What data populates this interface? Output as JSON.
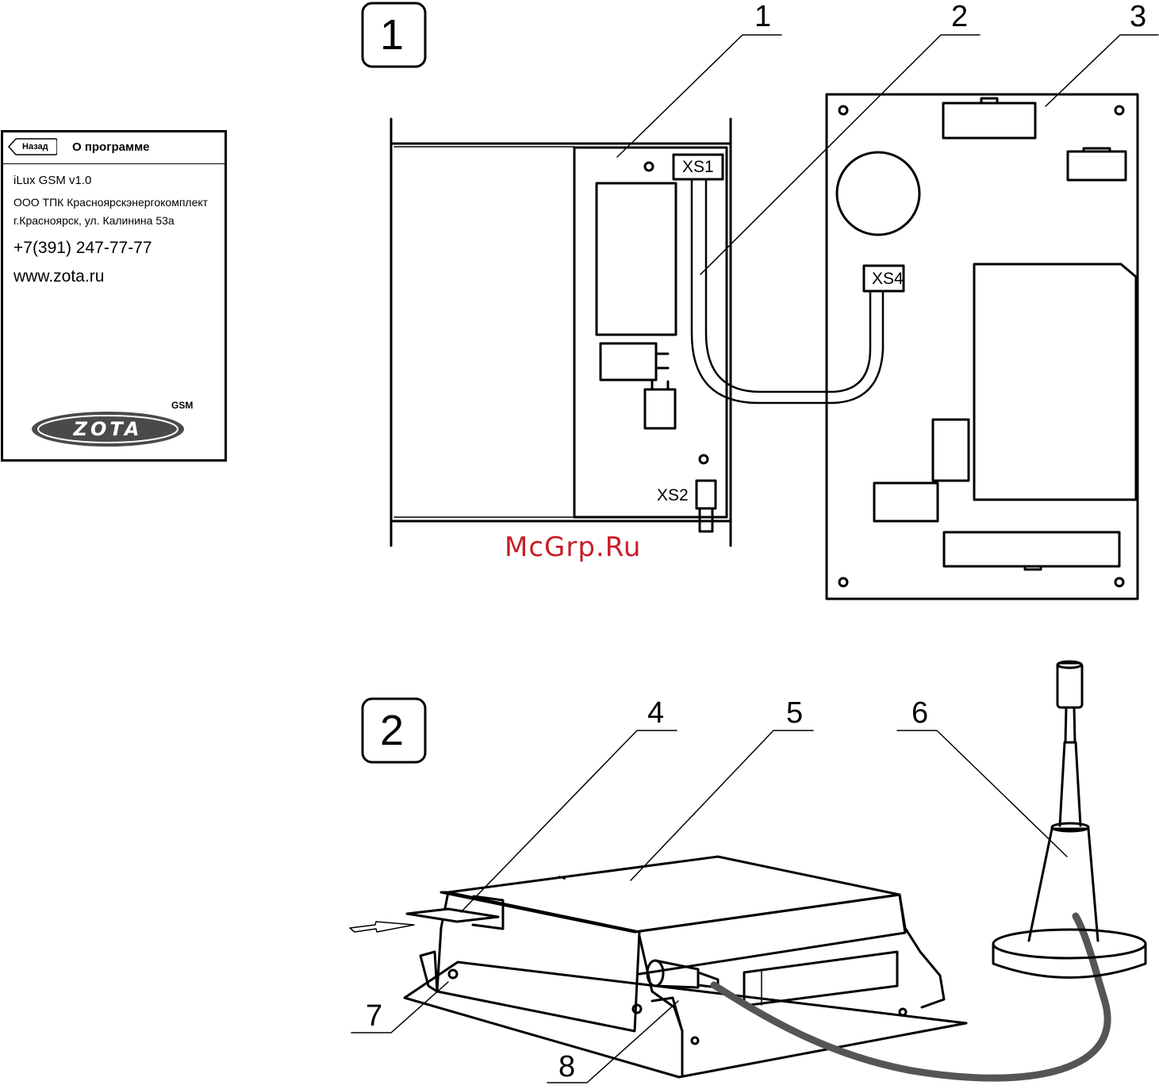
{
  "screen": {
    "back_label": "Назад",
    "title": "О программе",
    "version": "iLux GSM v1.0",
    "company": "ООО ТПК Красноярскэнергокомплект",
    "address": "г.Красноярск, ул. Калинина 53а",
    "phone": "+7(391) 247-77-77",
    "website": "www.zota.ru",
    "logo_text": "ZOTA",
    "logo_sub": "GSM"
  },
  "figures": {
    "fig1": "1",
    "fig2": "2"
  },
  "callouts": [
    "1",
    "2",
    "3",
    "4",
    "5",
    "6",
    "7",
    "8"
  ],
  "connectors": {
    "xs1": "XS1",
    "xs2": "XS2",
    "xs4": "XS4"
  },
  "watermark": "McGrp.Ru"
}
